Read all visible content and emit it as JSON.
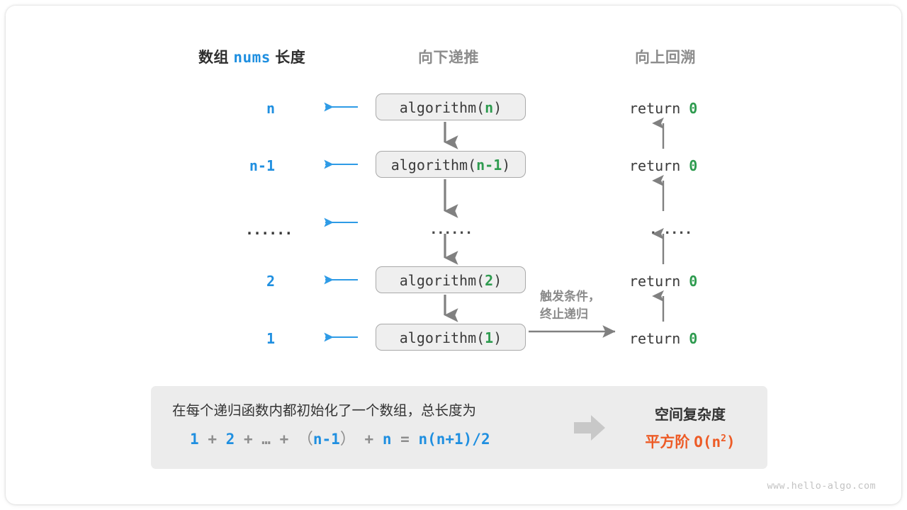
{
  "headers": {
    "left_prefix": "数组",
    "left_mono": "nums",
    "left_suffix": "长度",
    "middle": "向下递推",
    "right": "向上回溯"
  },
  "rows": [
    {
      "length": "n",
      "call_name": "algorithm",
      "call_arg": "n",
      "return_text": "return",
      "return_value": "0"
    },
    {
      "length": "n-1",
      "call_name": "algorithm",
      "call_arg": "n-1",
      "return_text": "return",
      "return_value": "0"
    },
    {
      "length": "......",
      "call_name": "......",
      "call_arg": "",
      "return_text": "......",
      "return_value": ""
    },
    {
      "length": "2",
      "call_name": "algorithm",
      "call_arg": "2",
      "return_text": "return",
      "return_value": "0"
    },
    {
      "length": "1",
      "call_name": "algorithm",
      "call_arg": "1",
      "return_text": "return",
      "return_value": "0"
    }
  ],
  "note": {
    "line1": "触发条件，",
    "line2": "终止递归"
  },
  "summary": {
    "description": "在每个递归函数内都初始化了一个数组，总长度为",
    "formula": {
      "t1": "1",
      "op1": "+",
      "t2": "2",
      "op2": "+",
      "ellipsis": "…",
      "op3": "+",
      "paren_open": "（",
      "t3": "n-1",
      "paren_close": "）",
      "op4": "+",
      "t4": "n",
      "eq": "=",
      "result": "n(n+1)/2"
    },
    "complexity_title": "空间复杂度",
    "complexity_label": "平方阶",
    "complexity_notation": "O(n",
    "complexity_exponent": "2",
    "complexity_notation_end": ")"
  },
  "watermark": "www.hello-algo.com",
  "colors": {
    "blue": "#1f8fe0",
    "green": "#2e9b4f",
    "orange": "#ed5b26",
    "gray_arrow": "#808080",
    "box_fill": "#efefef",
    "panel_fill": "#ececec"
  }
}
